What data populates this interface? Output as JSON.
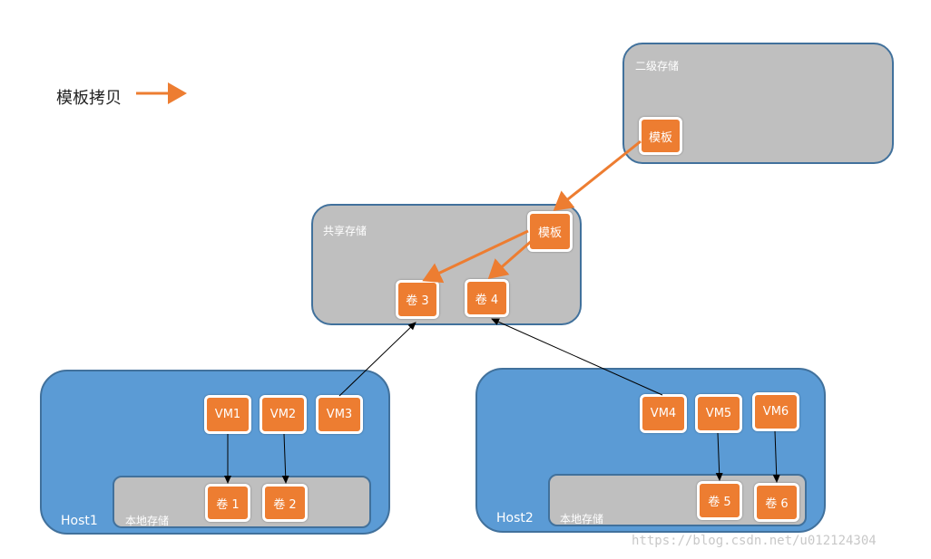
{
  "legend": {
    "label": "模板拷贝",
    "arrow_color": "#ed7d31"
  },
  "secondary_storage": {
    "label": "二级存储",
    "template_label": "模板"
  },
  "shared_storage": {
    "label": "共享存储",
    "template_label": "模板",
    "volumes": [
      "卷 3",
      "卷 4"
    ]
  },
  "host1": {
    "label": "Host1",
    "local_storage_label": "本地存储",
    "vms": [
      "VM1",
      "VM2",
      "VM3"
    ],
    "volumes": [
      "卷 1",
      "卷 2"
    ]
  },
  "host2": {
    "label": "Host2",
    "local_storage_label": "本地存储",
    "vms": [
      "VM4",
      "VM5",
      "VM6"
    ],
    "volumes": [
      "卷 5",
      "卷 6"
    ]
  },
  "colors": {
    "gray_box": "#bfbfbf",
    "blue_box": "#5b9bd5",
    "border": "#41719c",
    "orange": "#ed7d31"
  },
  "watermark": "https://blog.csdn.net/u012124304"
}
